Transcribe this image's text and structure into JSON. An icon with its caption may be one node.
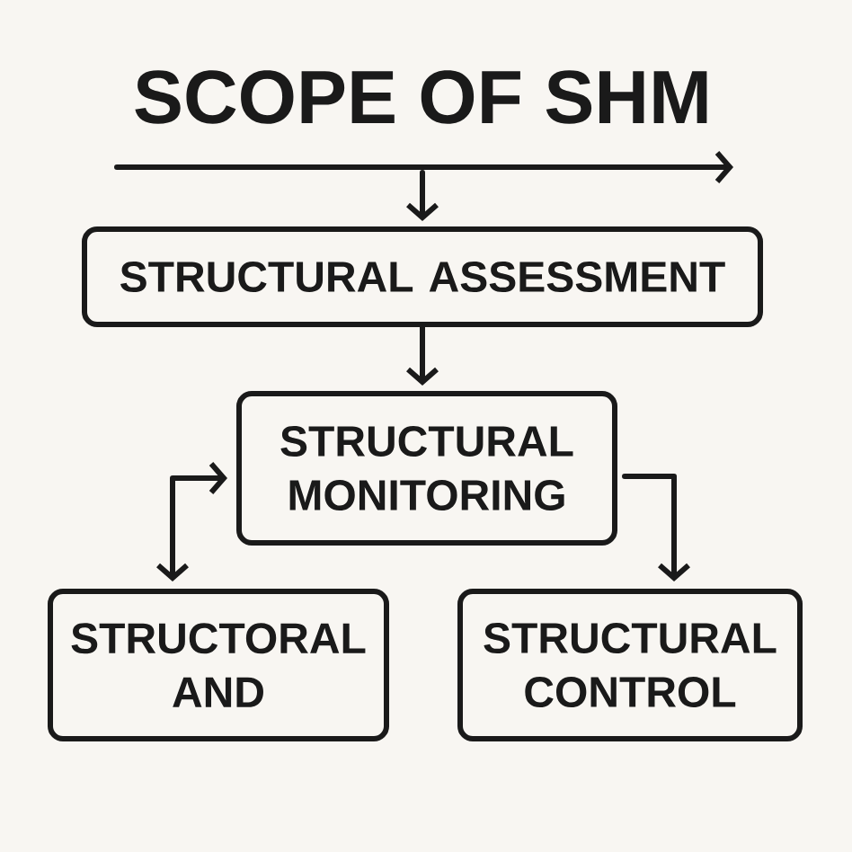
{
  "diagram": {
    "title": "SCOPE OF SHM",
    "nodes": [
      {
        "text": [
          "STRUCTURAL ASSESSMENT"
        ]
      },
      {
        "text": [
          "STRUCTURAL MONITORING"
        ]
      },
      {
        "text": [
          "STRUCTORAL AND"
        ]
      },
      {
        "text": [
          "STRUCTURAL CONTROL"
        ]
      }
    ],
    "edges": [
      {
        "from": null,
        "to": 0,
        "arrow": "to"
      },
      {
        "from": 0,
        "to": 1,
        "arrow": "to"
      },
      {
        "from": 1,
        "to": 2,
        "arrow": "both"
      },
      {
        "from": 1,
        "to": 3,
        "arrow": "to"
      }
    ]
  }
}
